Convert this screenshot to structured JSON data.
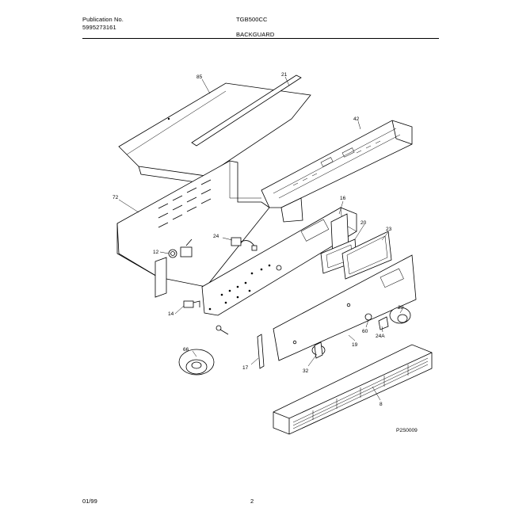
{
  "header": {
    "publication_label": "Publication No.",
    "publication_number": "5995273161",
    "model": "TGB500CC",
    "section_title": "BACKGUARD"
  },
  "footer": {
    "date": "01/99",
    "page": "2"
  },
  "diagram": {
    "figure_code": "P2S0009",
    "part_labels": {
      "p85": "85",
      "p21": "21",
      "p42": "42",
      "p72": "72",
      "p16": "16",
      "p20": "20",
      "p23": "23",
      "p24": "24",
      "p12": "12",
      "p14": "14",
      "p29": "29",
      "p60": "60",
      "p24a": "24A",
      "p19": "19",
      "p66": "66",
      "p17": "17",
      "p32": "32",
      "p8": "8"
    }
  }
}
